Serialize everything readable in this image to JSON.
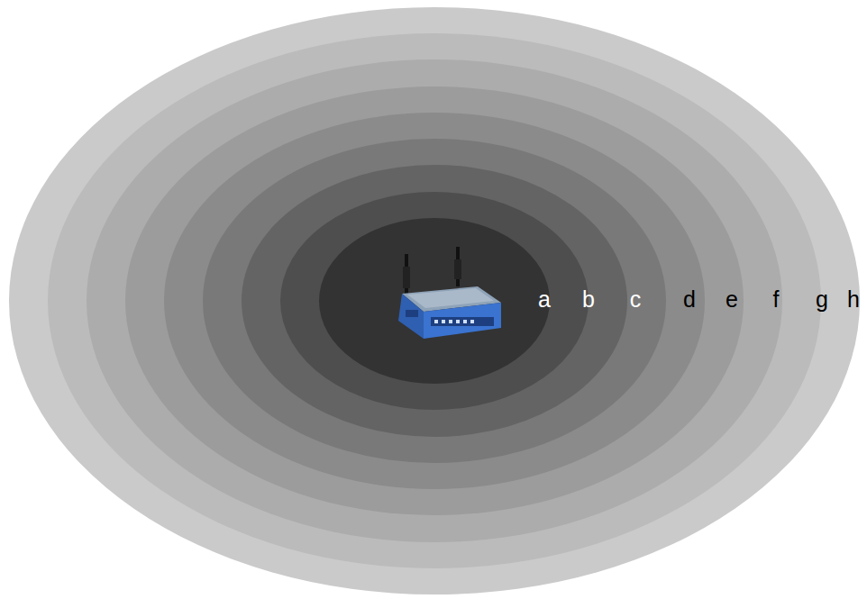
{
  "diagram": {
    "labels": [
      "a",
      "b",
      "c",
      "d",
      "e",
      "f",
      "g",
      "h"
    ]
  }
}
